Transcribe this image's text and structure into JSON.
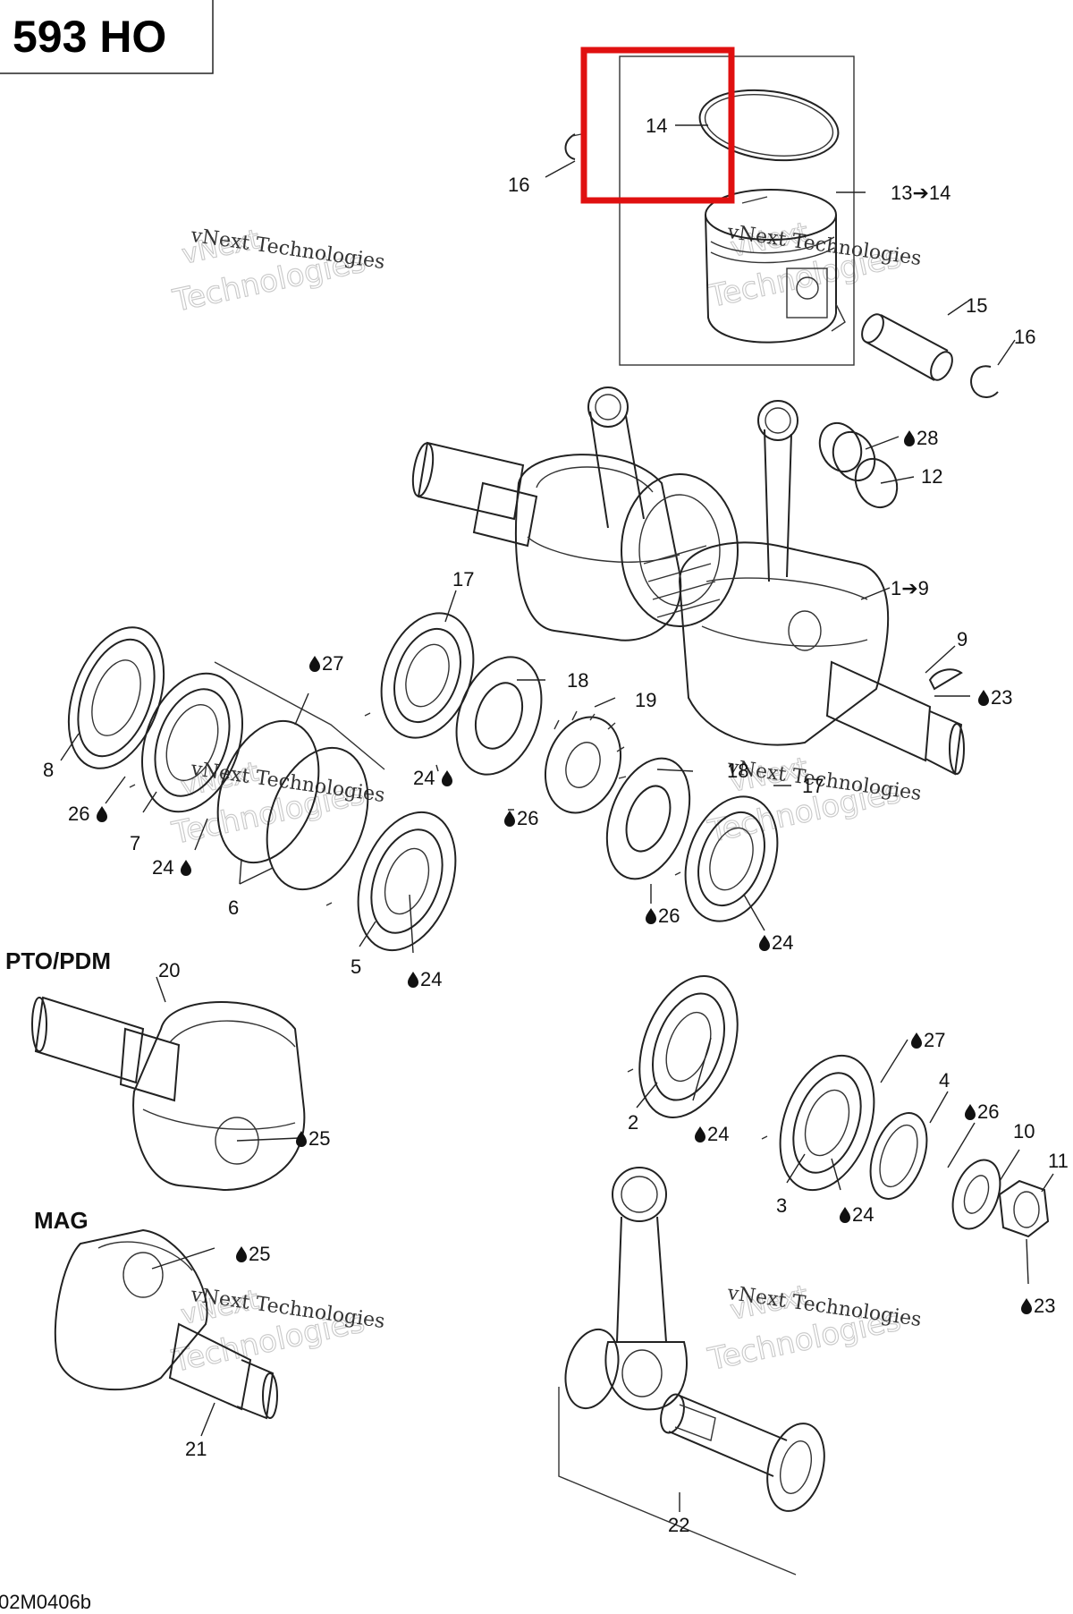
{
  "diagram_title": "593 HO",
  "figure_code": "02M0406b",
  "section_labels": {
    "pto": "PTO/PDM",
    "mag": "MAG"
  },
  "watermark": {
    "line1": "vNext Technologies",
    "line2": "vNext",
    "line3": "Technologies"
  },
  "highlight_color": "#e01010",
  "callouts": {
    "c14": "14",
    "c16a": "16",
    "c13_14": "13➔14",
    "c15": "15",
    "c16b": "16",
    "c28": "28",
    "c12": "12",
    "c17a": "17",
    "c1_9": "1➔9",
    "c9": "9",
    "c27a": "27",
    "c18a": "18",
    "c19": "19",
    "c23a": "23",
    "c8": "8",
    "c24a": "24",
    "c26a": "26",
    "c18b": "18",
    "c17b": "17",
    "c7": "7",
    "c26b": "26",
    "c24b": "24",
    "c6": "6",
    "c26c": "26",
    "c24c": "24",
    "c5": "5",
    "c24d": "24",
    "c20": "20",
    "c27b": "27",
    "c4": "4",
    "c26d": "26",
    "c10": "10",
    "c11": "11",
    "c25a": "25",
    "c2": "2",
    "c24e": "24",
    "c3": "3",
    "c24f": "24",
    "c25b": "25",
    "c23b": "23",
    "c21": "21",
    "c22": "22"
  }
}
